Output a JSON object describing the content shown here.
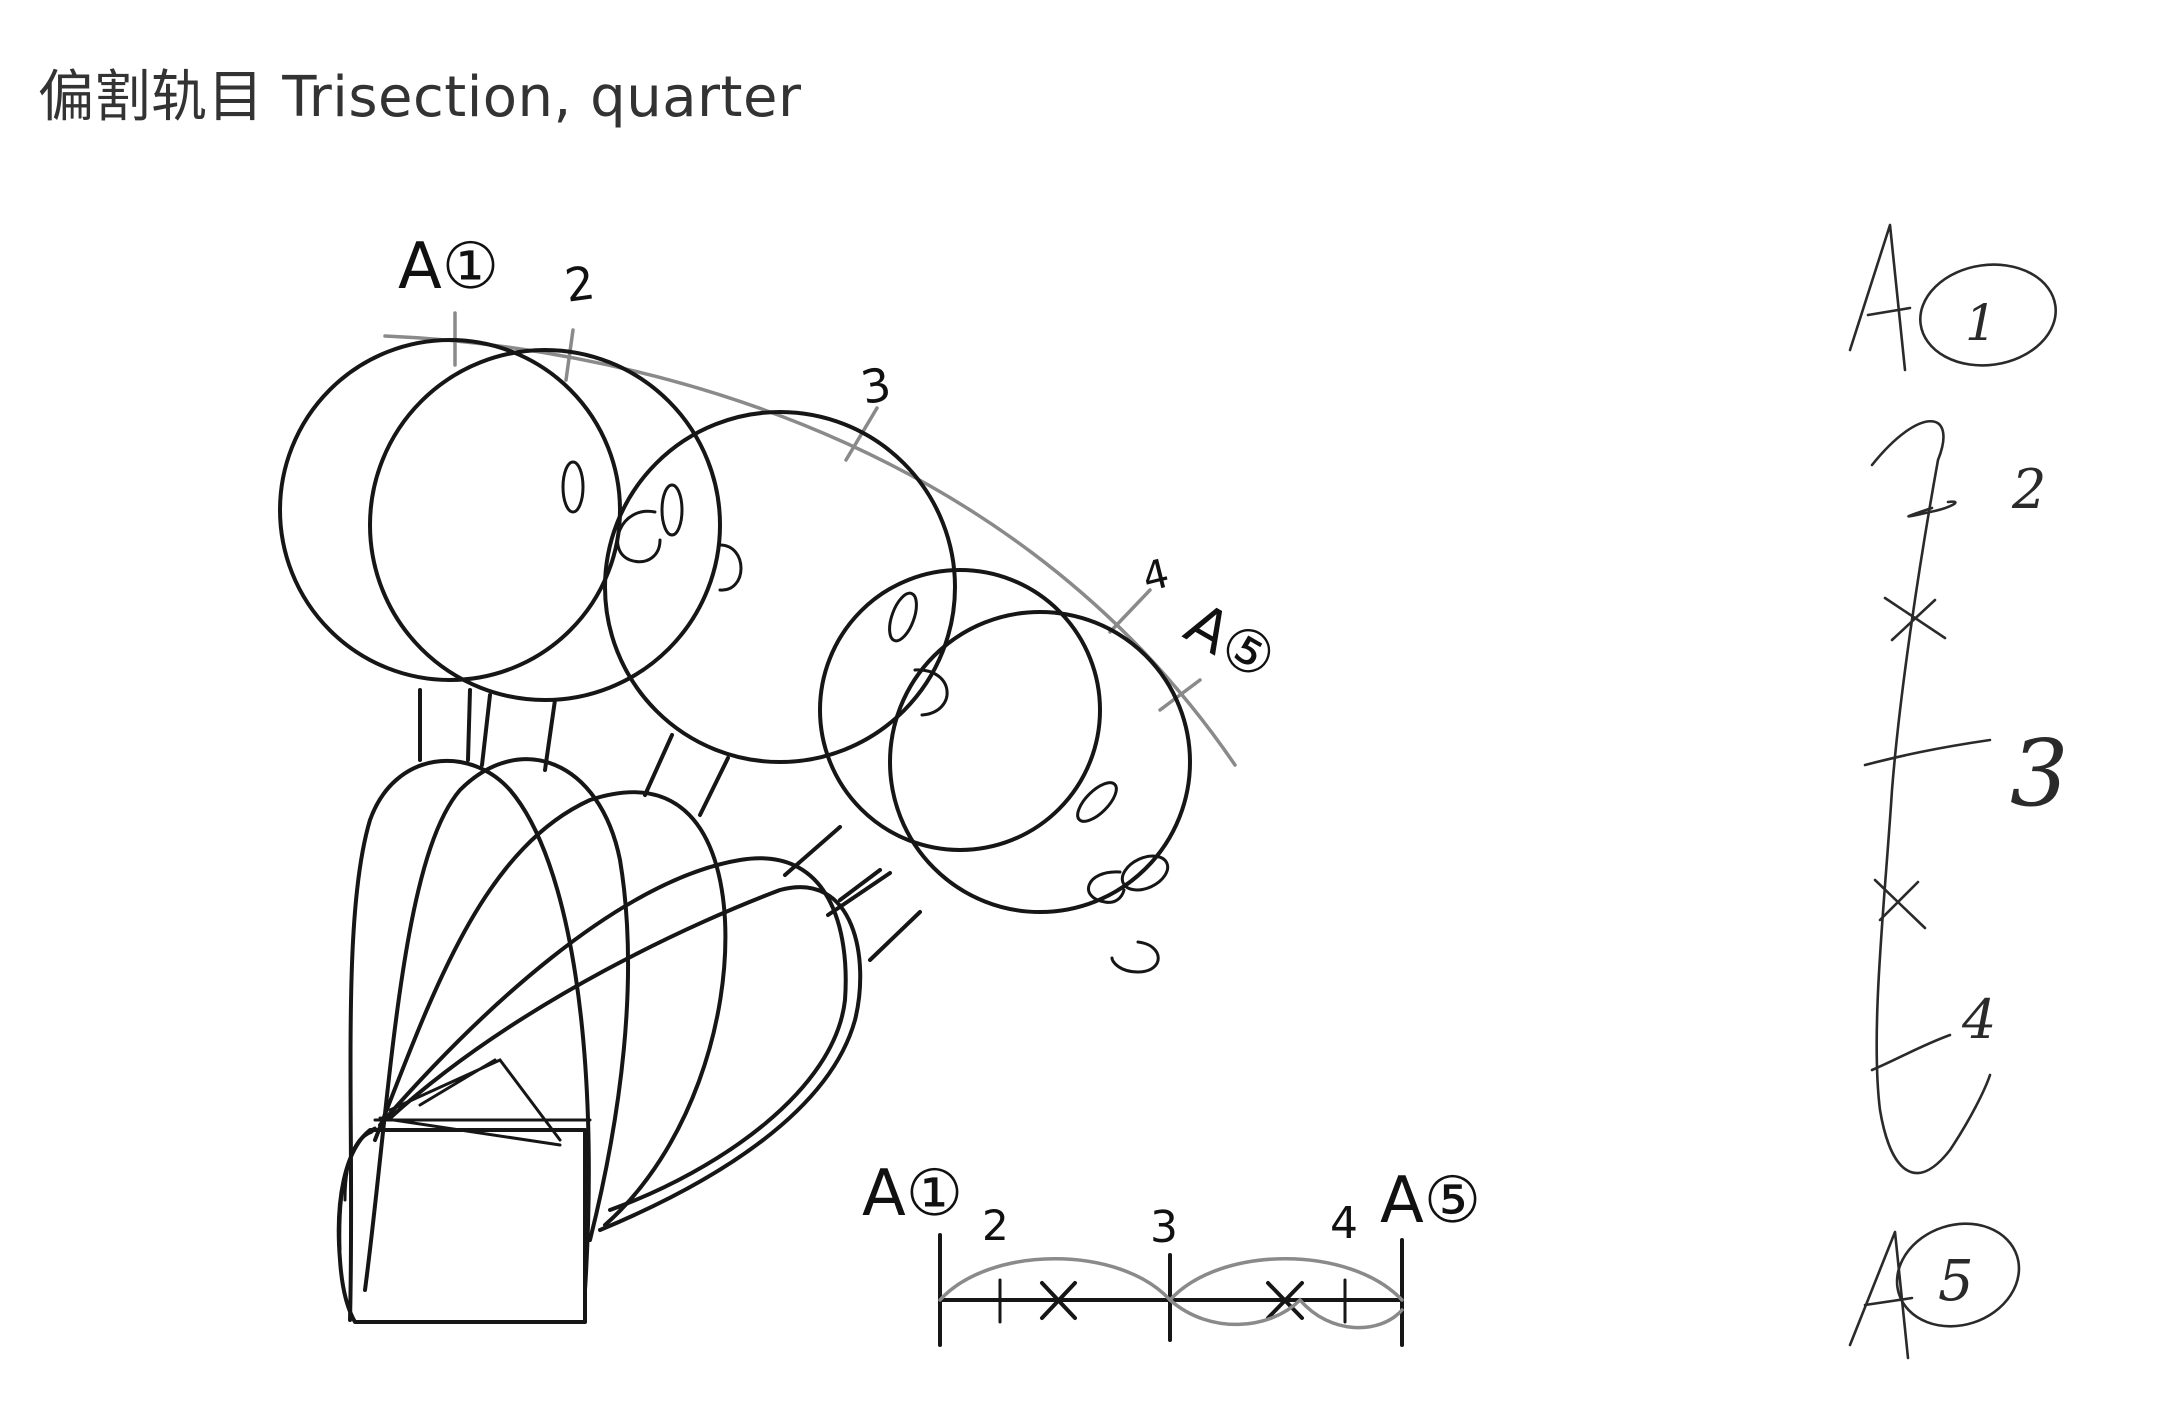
{
  "title": "偏割轨目 Trisection, quarter",
  "drawing": {
    "arc_labels": {
      "start": "A①",
      "k2": "2",
      "k3": "3",
      "k4": "4",
      "end": "A⑤"
    },
    "chart_labels": {
      "start": "A①",
      "k2": "2",
      "k3": "3",
      "k4": "4",
      "end": "A⑤"
    },
    "sketch_labels": {
      "start": "A①",
      "k2": "2",
      "k3": "3",
      "k4": "4",
      "end": "A⑤"
    }
  },
  "colors": {
    "ink": "#161616",
    "pencil": "#2a2a2a",
    "guide": "#8a8a8a",
    "title": "#333333"
  }
}
